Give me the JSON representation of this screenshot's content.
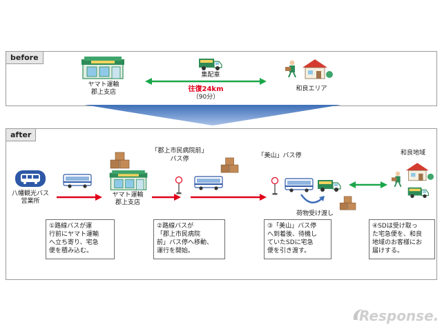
{
  "before": {
    "tag": "before",
    "yamato_label_1": "ヤマト運輸",
    "yamato_label_2": "郡上支店",
    "truck_label": "集配車",
    "distance_label": "往復24km",
    "time_label": "（90分）",
    "destination_label": "和良エリア"
  },
  "after": {
    "tag": "after",
    "bus_office_1": "八幡観光バス",
    "bus_office_2": "営業所",
    "yamato_label_1": "ヤマト運輸",
    "yamato_label_2": "郡上支店",
    "hospital_stop_1": "「郡上市民病院前」",
    "hospital_stop_2": "バス停",
    "miyama_stop": "「美山」バス停",
    "handover_label": "荷物受け渡し",
    "destination_label": "和良地域",
    "steps": [
      {
        "lines": [
          "①路線バスが運",
          "行前にヤマト運輸",
          "へ立ち寄り、宅急",
          "便を積み込む。"
        ]
      },
      {
        "lines": [
          "②路線バスが",
          "「郡上市民病院",
          "前」バス停へ移動、",
          "運行を開始。"
        ]
      },
      {
        "lines": [
          "③「美山」バス停",
          "へ到着後、待機し",
          "ていたSDに宅急",
          "便を引き渡す。"
        ]
      },
      {
        "lines": [
          "④SDは受け取っ",
          "た宅急便を、和良",
          "地域のお客様にお",
          "届けする。"
        ]
      }
    ]
  },
  "watermark": "Response.",
  "colors": {
    "red_arrow": "#e0001a",
    "green_arrow": "#1aa64a",
    "blue_arrow": "#5b87c9",
    "store_green": "#2e8b57",
    "parcel": "#b07a4a"
  }
}
